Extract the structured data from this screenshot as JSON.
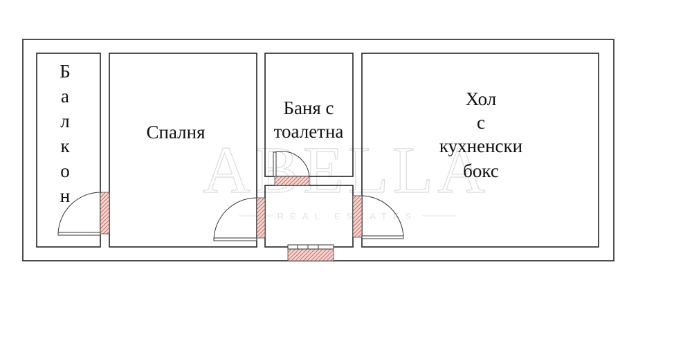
{
  "rooms": {
    "balcony": {
      "letters": [
        "Б",
        "а",
        "л",
        "к",
        "о",
        "н"
      ]
    },
    "bedroom": {
      "label": "Спалня"
    },
    "bathroom": {
      "lines": [
        "Баня с",
        "тоалетна"
      ]
    },
    "living": {
      "lines": [
        "Хол",
        "с",
        "кухненски",
        "бокс"
      ]
    }
  },
  "watermark": {
    "brand": "ABELLA",
    "tagline": "REAL ESTATES"
  },
  "colors": {
    "wall": "#222222",
    "hatch": "#c0392b",
    "watermark": "#dcdcdc"
  }
}
